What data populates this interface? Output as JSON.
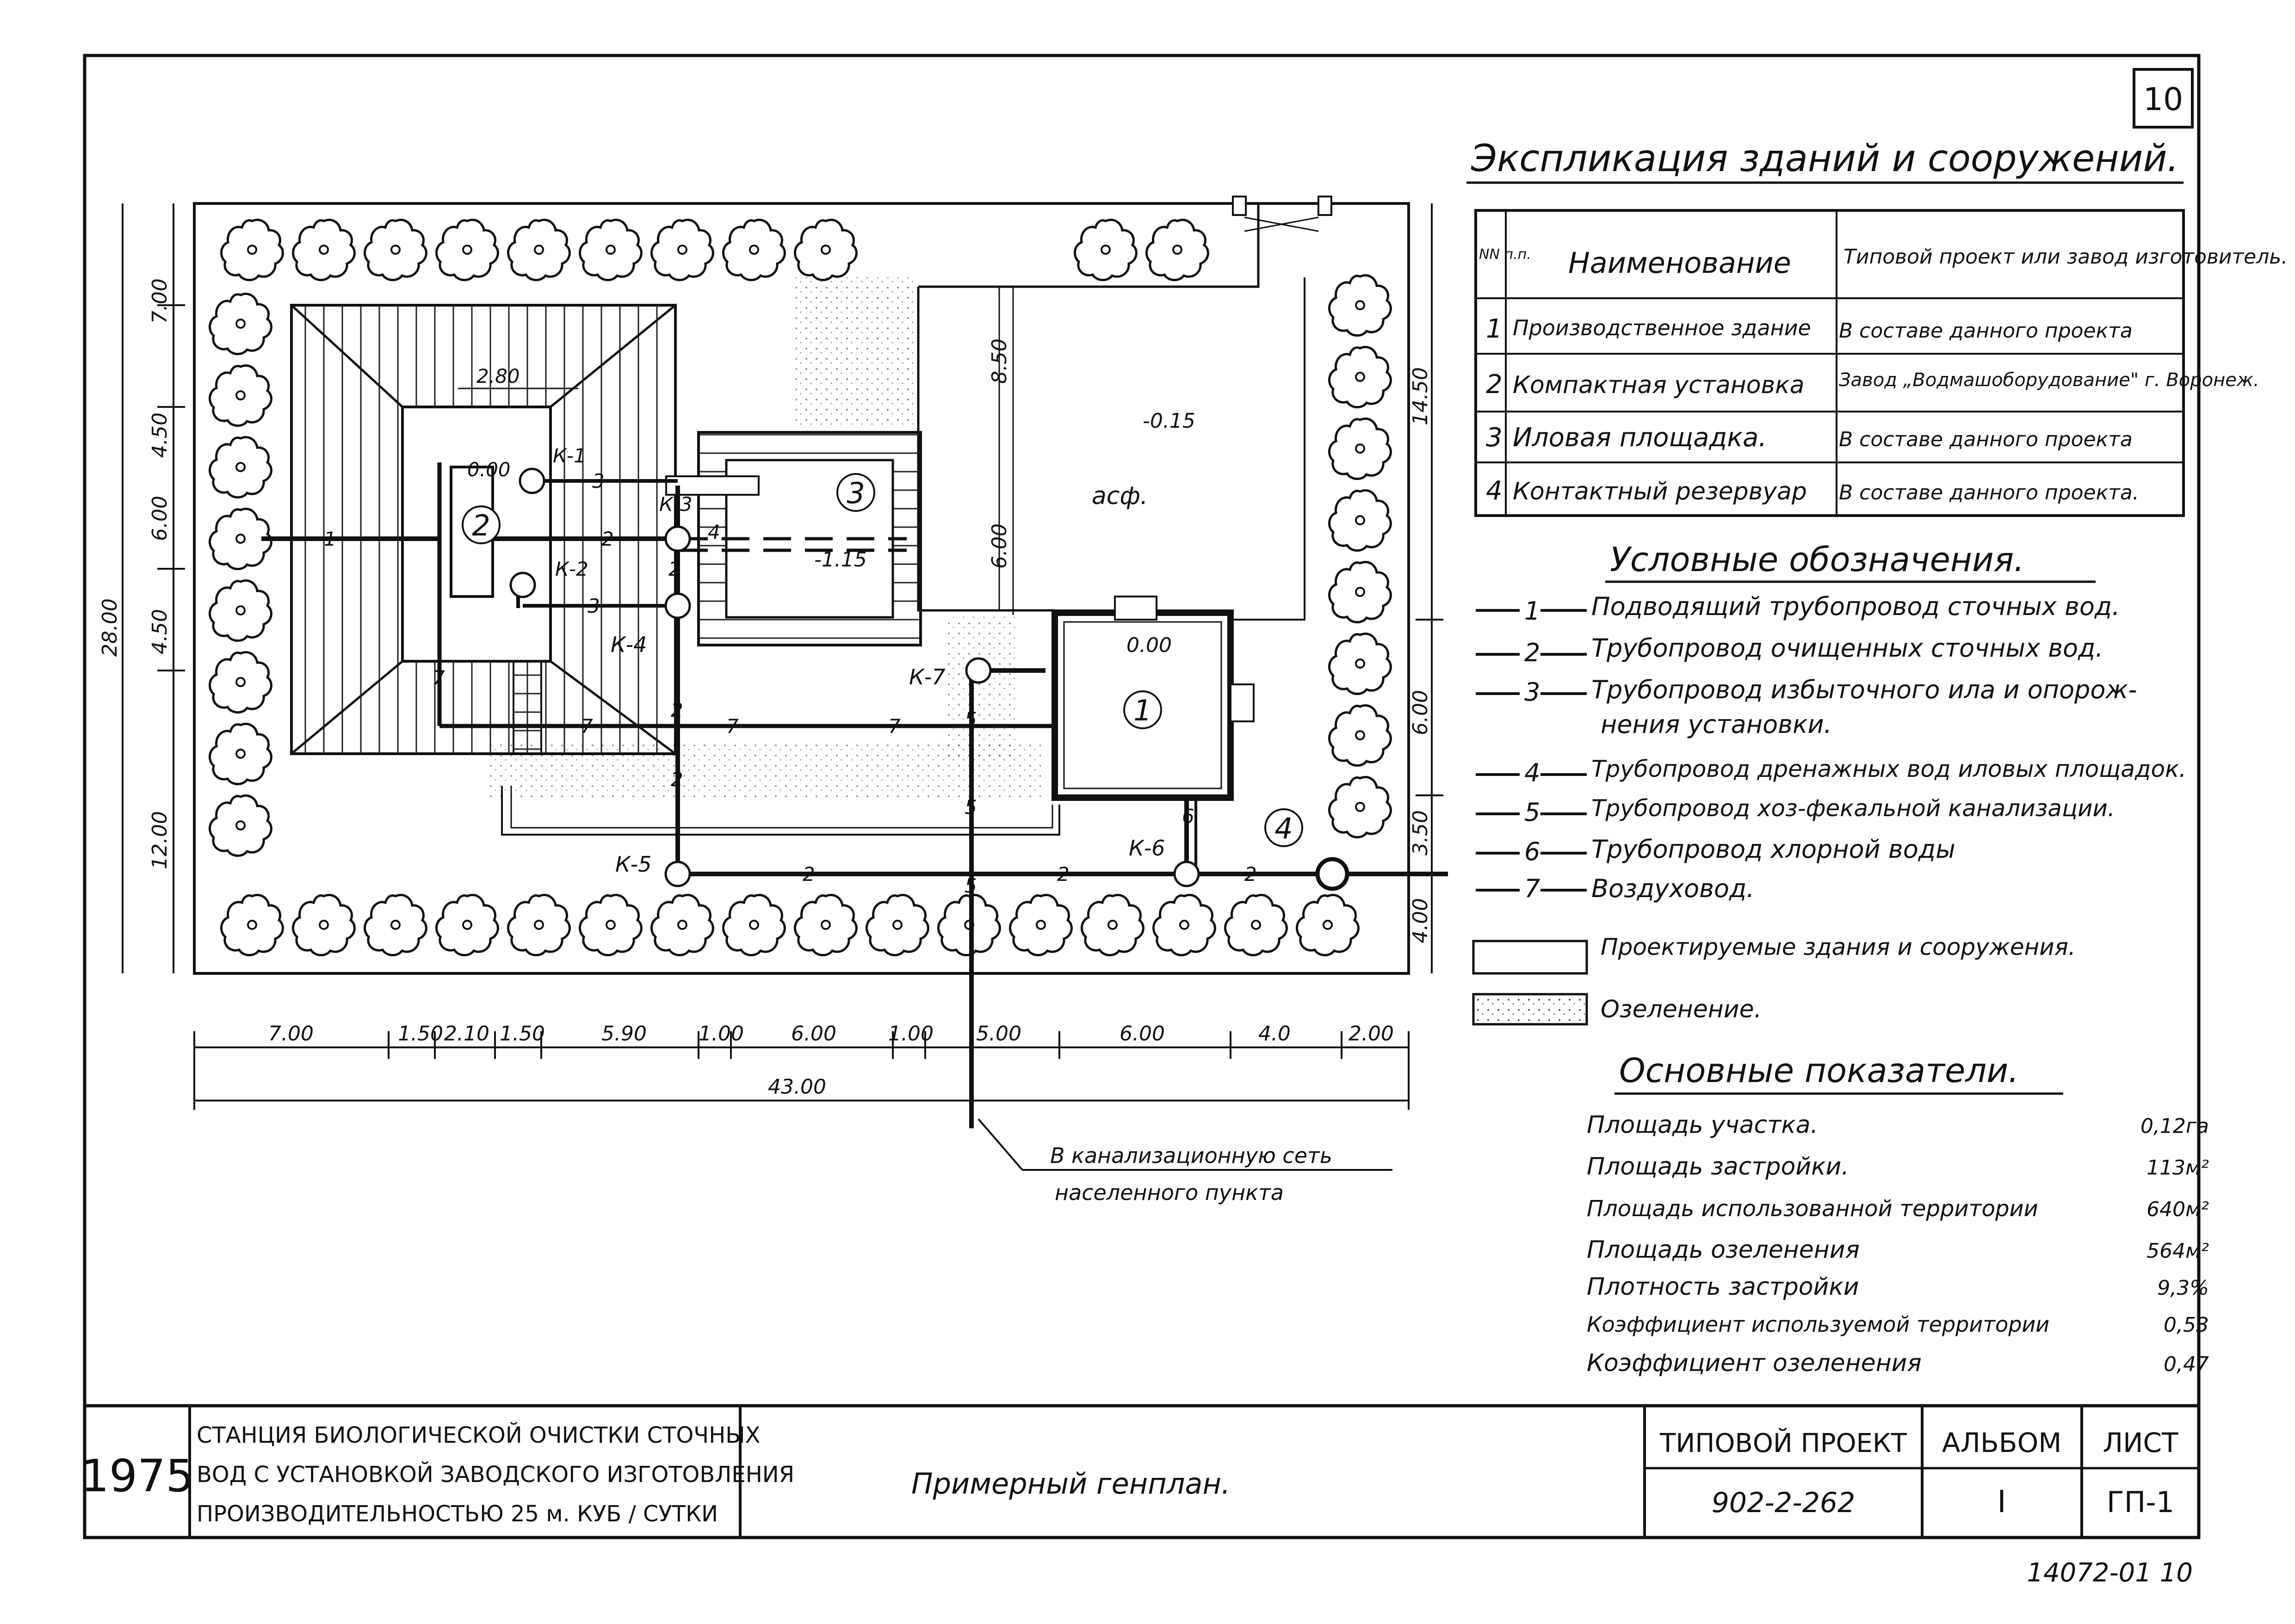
{
  "sheet": {
    "number": "10",
    "archive_number": "14072-01 10"
  },
  "explication": {
    "title": "Экспликация   зданий  и  сооружений.",
    "headers": {
      "num": "NN п.п.",
      "name": "Наименование",
      "project": "Типовой проект или завод изготовитель."
    },
    "rows": [
      {
        "num": "1",
        "name": "Производственное здание",
        "project": "В составе данного проекта"
      },
      {
        "num": "2",
        "name": "Компактная установка",
        "project": "Завод „Водмашоборудование\" г. Воронеж."
      },
      {
        "num": "3",
        "name": "Иловая площадка.",
        "project": "В составе данного проекта"
      },
      {
        "num": "4",
        "name": "Контактный резервуар",
        "project": "В составе данного проекта."
      }
    ]
  },
  "legend": {
    "title": "Условные обозначения.",
    "items": [
      {
        "code": "1",
        "text": "Подводящий трубопровод сточных вод."
      },
      {
        "code": "2",
        "text": "Трубопровод очищенных сточных вод."
      },
      {
        "code": "3",
        "text": "Трубопровод избыточного ила и опорож-"
      },
      {
        "code": "",
        "text": "нения установки."
      },
      {
        "code": "4",
        "text": "Трубопровод дренажных вод иловых площадок."
      },
      {
        "code": "5",
        "text": "Трубопровод хоз-фекальной канализации."
      },
      {
        "code": "6",
        "text": "Трубопровод хлорной воды"
      },
      {
        "code": "7",
        "text": "Воздуховод."
      }
    ],
    "box_projected": "Проектируемые здания и сооружения.",
    "box_greenery": "Озеленение."
  },
  "indicators": {
    "title": "Основные показатели.",
    "rows": [
      {
        "label": "Площадь участка.",
        "value": "0,12га"
      },
      {
        "label": "Площадь застройки.",
        "value": "113м²"
      },
      {
        "label": "Площадь использованной территории",
        "value": "640м²"
      },
      {
        "label": "Площадь озеленения",
        "value": "564м²"
      },
      {
        "label": "Плотность застройки",
        "value": "9,3%"
      },
      {
        "label": "Коэффициент используемой территории",
        "value": "0,53"
      },
      {
        "label": "Коэффициент озеленения",
        "value": "0,47"
      }
    ]
  },
  "plan": {
    "building_labels": [
      "1",
      "2",
      "3",
      "4"
    ],
    "wells": [
      "К-1",
      "К-2",
      "К-3",
      "К-4",
      "К-5",
      "К-6",
      "К-7"
    ],
    "levels": [
      "0.00",
      "-0.15",
      "-1.15",
      "0.00"
    ],
    "asphalt": "асф.",
    "dim_2_80": "2.80",
    "outlet_line1": "В канализационную сеть",
    "outlet_line2": "населенного пункта",
    "dims_bottom": [
      "7.00",
      "1.50",
      "2.10",
      "1.50",
      "5.90",
      "1.00",
      "6.00",
      "1.00",
      "5.00",
      "6.00",
      "4.0",
      "2.00"
    ],
    "dim_total": "43.00",
    "dims_left": [
      "7.00",
      "4.50",
      "6.00",
      "4.50",
      "12.00"
    ],
    "dim_left_total": "28.00",
    "dims_right": [
      "14.50",
      "6.00",
      "3.50",
      "4.00"
    ],
    "dims_inner": [
      "8.50",
      "6.00"
    ]
  },
  "title_block": {
    "year": "1975",
    "description_line1": "СТАНЦИЯ БИОЛОГИЧЕСКОЙ ОЧИСТКИ СТОЧНЫХ",
    "description_line2": "ВОД С УСТАНОВКОЙ  ЗАВОДСКОГО ИЗГОТОВЛЕНИЯ",
    "description_line3": "ПРОИЗВОДИТЕЛЬНОСТЬЮ 25  м. КУБ / СУТКИ",
    "drawing_name": "Примерный   генплан.",
    "project_header": "ТИПОВОЙ ПРОЕКТ",
    "project_number": "902-2-262",
    "album_header": "АЛЬБОМ",
    "album_value": "I",
    "sheet_header": "ЛИСТ",
    "sheet_value": "ГП-1"
  }
}
